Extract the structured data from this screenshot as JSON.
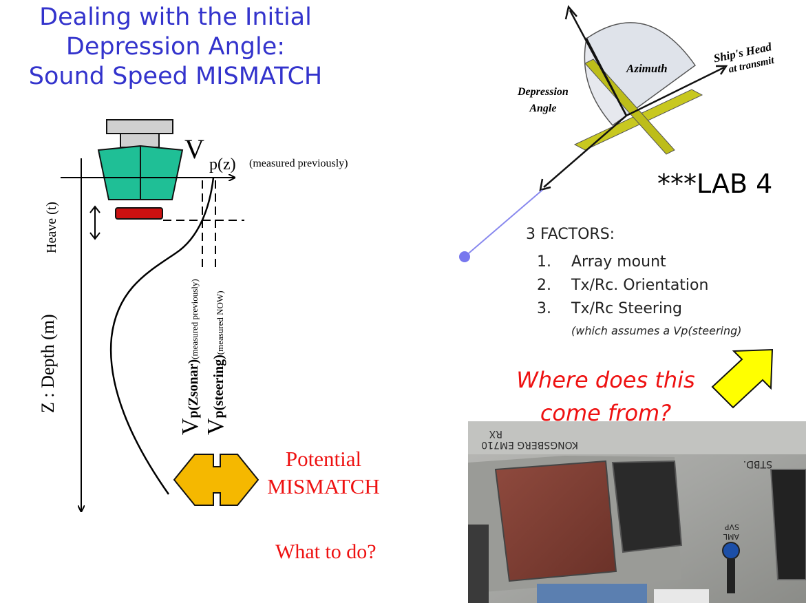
{
  "title": {
    "line1": "Dealing with the Initial",
    "line2": "Depression Angle:",
    "line3": "Sound Speed MISMATCH"
  },
  "left_diagram": {
    "vp_main": "V",
    "vp_sub": "p(z)",
    "vp_note": "(measured previously)",
    "heave_label": "Heave (t)",
    "depth_label": "Z : Depth (m)",
    "vp_sonar": {
      "main": "V",
      "sub": "p(Zsonar)",
      "note": "(measured previously)"
    },
    "vp_steering": {
      "main": "V",
      "sub": "p(steering)",
      "note": "(measured NOW)"
    },
    "mismatch_line1": "Potential",
    "mismatch_line2": "MISMATCH",
    "what_to_do": "What to do?"
  },
  "right_diagram": {
    "azimuth": "Azimuth",
    "depression_line1": "Depression",
    "depression_line2": "Angle",
    "ship_head_line1": "Ship's Head",
    "ship_head_line2": "at transmit",
    "lab": "***LAB 4",
    "factors_title": "3 FACTORS:",
    "factors": [
      {
        "num": "1.",
        "text": "Array mount"
      },
      {
        "num": "2.",
        "text": "Tx/Rc. Orientation"
      },
      {
        "num": "3.",
        "text": "Tx/Rc Steering"
      }
    ],
    "factor_note": "(which assumes a Vp(steering)",
    "where_line1": "Where does this",
    "where_line2": "come from?"
  },
  "photo": {
    "label_kongsberg": "KONGSBERG EM710",
    "label_rx": "RX",
    "label_stbd": "STBD.",
    "label_aml": "AML",
    "label_svp": "SVP"
  },
  "colors": {
    "title": "#3333cc",
    "hull": "#1fbf96",
    "transducer": "#cc1111",
    "mismatch_arrow": "#f5b800",
    "yellow_arrow": "#ffff00",
    "red_text": "#ee1111",
    "plate": "#c8c820"
  }
}
